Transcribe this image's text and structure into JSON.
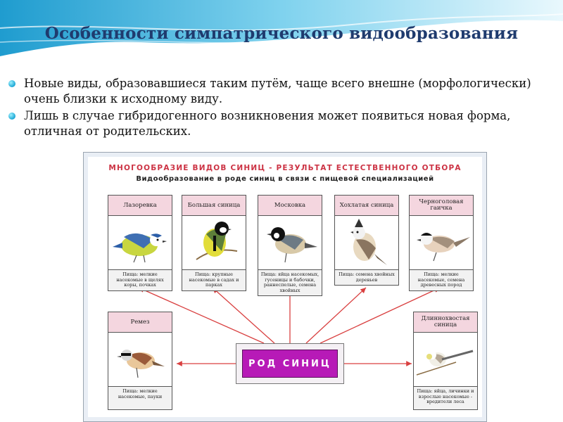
{
  "slide": {
    "title": "Особенности симпатрического видообразования",
    "bullets": [
      "Новые виды, образовавшиеся таким путём, чаще всего внешне (морфологически) очень близки к исходному виду.",
      "Лишь в случае гибридогенного возникновения может появиться новая форма, отличная от родительских."
    ]
  },
  "poster": {
    "title": "МНОГООБРАЗИЕ ВИДОВ СИНИЦ - РЕЗУЛЬТАТ ЕСТЕСТВЕННОГО ОТБОРА",
    "subtitle": "Видообразование в роде синиц в связи с пищевой специализацией",
    "center_label": "РОД СИНИЦ",
    "cards": [
      {
        "name": "Лазоревка",
        "food": "Пища: мелкие насекомые в щелях коры, почках"
      },
      {
        "name": "Большая синица",
        "food": "Пища: крупные насекомые в садах и парках"
      },
      {
        "name": "Московка",
        "food": "Пища: яйца насекомых, гусеницы и бабочки, раннеспелые, семена хвойных"
      },
      {
        "name": "Хохлатая синица",
        "food": "Пища: семена хвойных деревьев"
      },
      {
        "name": "Черноголовая гаичка",
        "food": "Пища: мелкие насекомые, семена древесных пород"
      },
      {
        "name": "Ремез",
        "food": "Пища: мелкие насекомые, пауки"
      },
      {
        "name": "Длиннохвостая синица",
        "food": "Пища: яйца, личинки и взрослые насекомые - вредители леса"
      }
    ]
  },
  "colors": {
    "title": "#1f3b6e",
    "header_gradient": [
      "#2aa9d8",
      "#bfeaf7"
    ],
    "poster_title": "#cc3344",
    "card_header": "#f4d6df",
    "center_box": "#b71ab7",
    "arrow": "#d94040"
  }
}
